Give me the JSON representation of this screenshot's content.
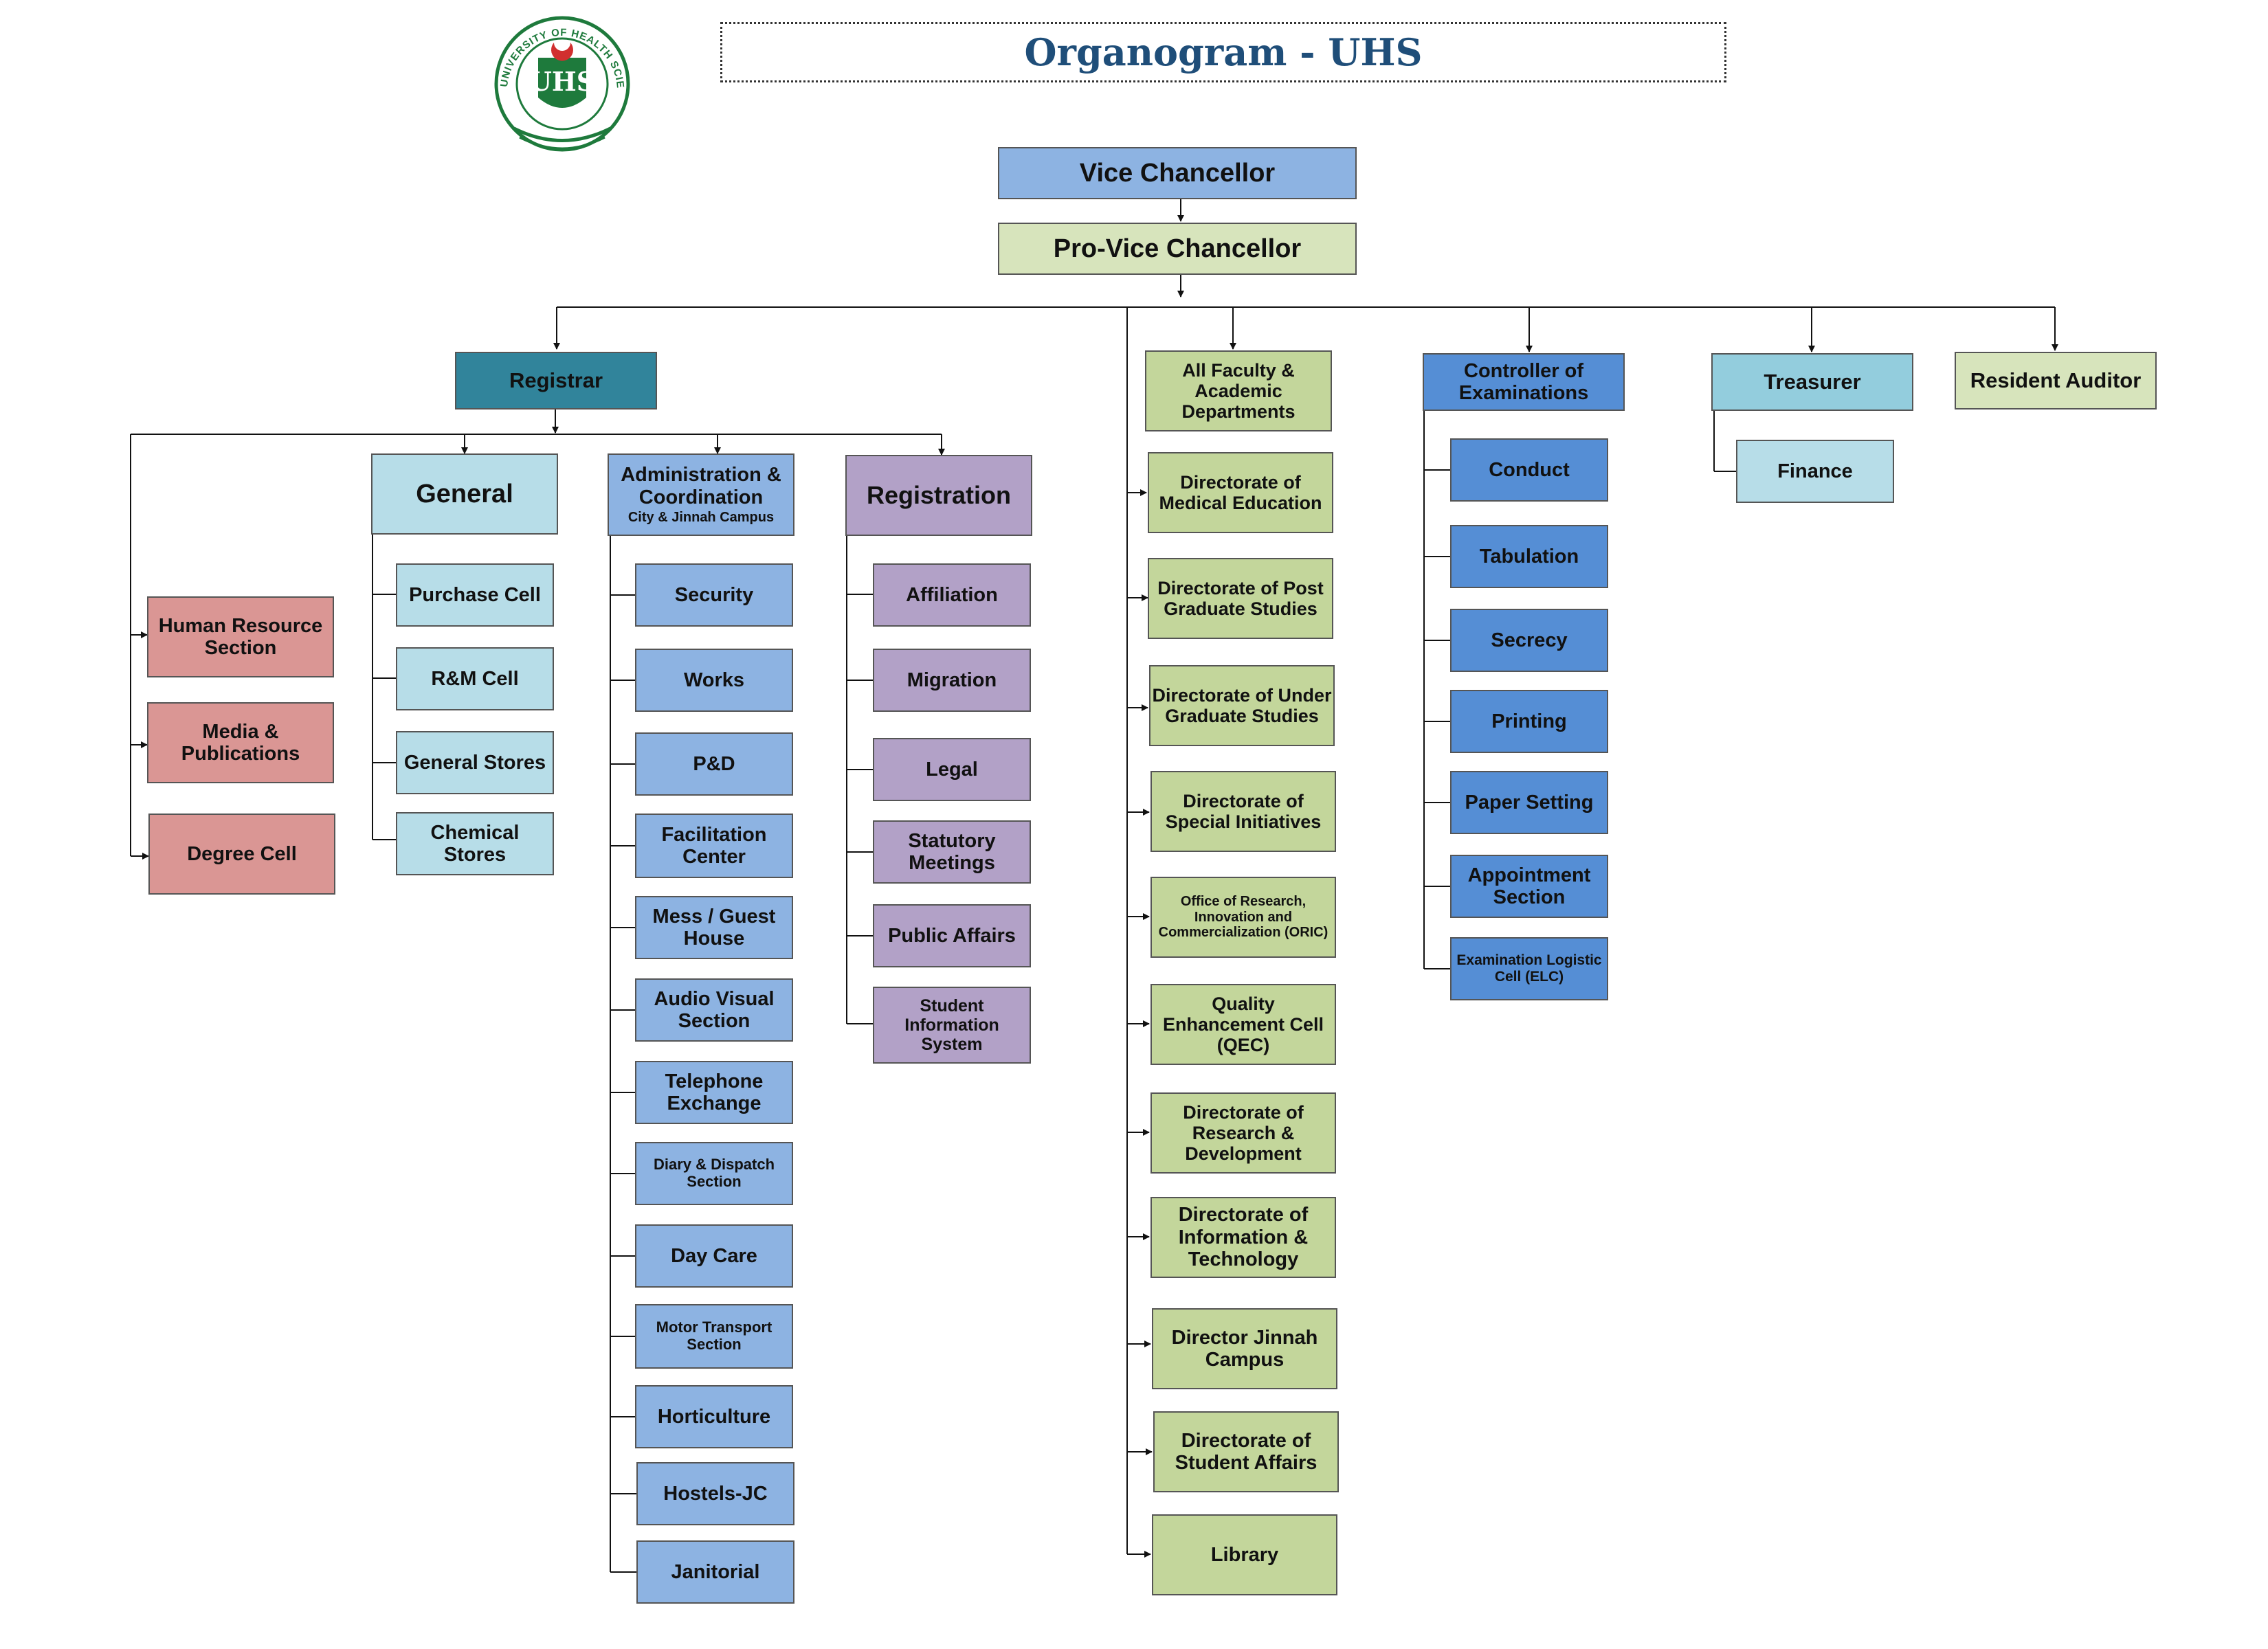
{
  "title": "Organogram - UHS",
  "logo": {
    "text": "UHS",
    "ring_text": "UNIVERSITY OF HEALTH SCIENCES LAHORE"
  },
  "colors": {
    "vice_chancellor": "#8db3e2",
    "pro_vice_chancellor": "#d7e4bc",
    "registrar": "#31849b",
    "general": "#b7dde8",
    "administration": "#8db3e2",
    "registration": "#b2a1c7",
    "registrar_units": "#da9694",
    "faculty_directorates": "#c3d69b",
    "controller_examinations": "#558ed5",
    "treasurer": "#93cddd",
    "finance": "#b7dde8",
    "resident_auditor": "#d7e4bc",
    "title_text": "#1f4e79"
  },
  "top": {
    "vice_chancellor": "Vice Chancellor",
    "pro_vice_chancellor": "Pro-Vice Chancellor"
  },
  "registrar": {
    "label": "Registrar",
    "units": [
      "Human Resource Section",
      "Media & Publications",
      "Degree Cell"
    ],
    "general": {
      "label": "General",
      "items": [
        "Purchase Cell",
        "R&M Cell",
        "General Stores",
        "Chemical Stores"
      ]
    },
    "administration": {
      "label": "Administration & Coordination",
      "sublabel": "City & Jinnah Campus",
      "items": [
        "Security",
        "Works",
        "P&D",
        "Facilitation Center",
        "Mess / Guest House",
        "Audio Visual Section",
        "Telephone Exchange",
        "Diary & Dispatch Section",
        "Day Care",
        "Motor Transport Section",
        "Horticulture",
        "Hostels-JC",
        "Janitorial"
      ]
    },
    "registration": {
      "label": "Registration",
      "items": [
        "Affiliation",
        "Migration",
        "Legal",
        "Statutory Meetings",
        "Public Affairs",
        "Student Information System"
      ]
    }
  },
  "academic": {
    "label": "All Faculty & Academic Departments",
    "items": [
      "Directorate of Medical Education",
      "Directorate of Post Graduate Studies",
      "Directorate of Under Graduate Studies",
      "Directorate of Special Initiatives",
      "Office of Research, Innovation and Commercialization (ORIC)",
      "Quality Enhancement Cell (QEC)",
      "Directorate of Research & Development",
      "Directorate of Information & Technology",
      "Director Jinnah Campus",
      "Directorate of Student Affairs",
      "Library"
    ]
  },
  "controller": {
    "label": "Controller of Examinations",
    "items": [
      "Conduct",
      "Tabulation",
      "Secrecy",
      "Printing",
      "Paper Setting",
      "Appointment Section",
      "Examination Logistic Cell (ELC)"
    ]
  },
  "treasurer": {
    "label": "Treasurer",
    "items": [
      "Finance"
    ]
  },
  "auditor": {
    "label": "Resident Auditor"
  }
}
